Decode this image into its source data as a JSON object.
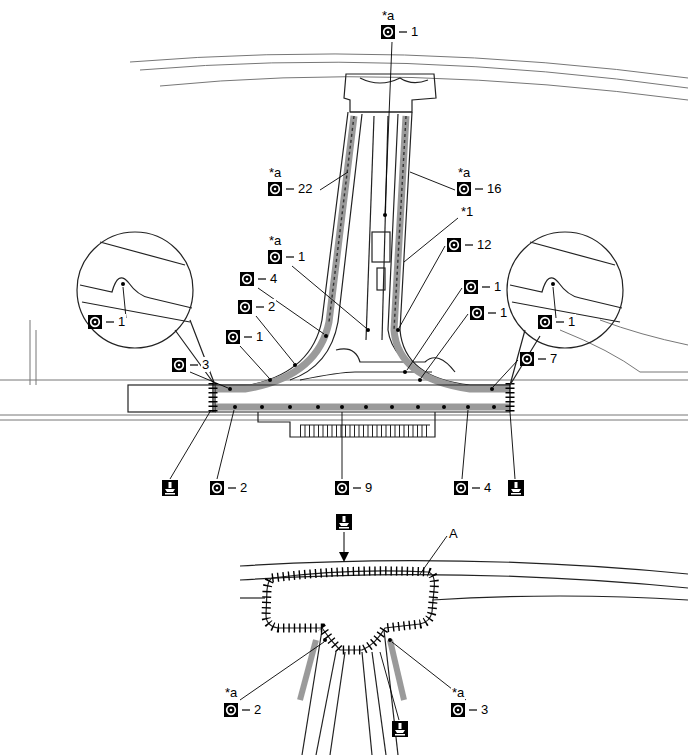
{
  "diagram": {
    "labels": [
      "*a",
      "1",
      "*a",
      "22",
      "*a",
      "16",
      "*a",
      "1",
      "*1",
      "12",
      "4",
      "1",
      "2",
      "1",
      "1",
      "1",
      "1",
      "3",
      "7",
      "2",
      "9",
      "4",
      "A",
      "*a",
      "2",
      "*a",
      "3"
    ]
  }
}
